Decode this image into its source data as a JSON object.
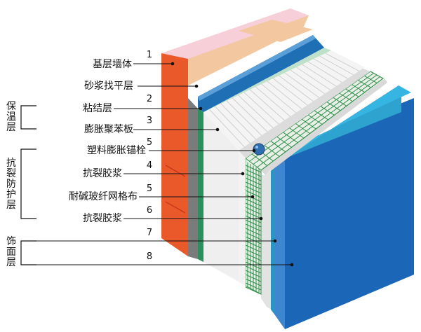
{
  "colors": {
    "wall": "#e9592a",
    "wall_top": "#f6cfd9",
    "mortar": "#f3c8a0",
    "mortar_gray": "#7b7b7b",
    "adhesive": "#2c8f5c",
    "eps": "#f2f2f2",
    "eps_side": "#ffffff",
    "mesh": "#2f8f4a",
    "finish_7": "#2fa3cf",
    "finish_8": "#1b66b6",
    "leader": "#111111",
    "anchor": "#2f6fb0"
  },
  "groups": {
    "insulation": "保温层",
    "crack": "抗裂防护层",
    "finish": "饰面层"
  },
  "layers": [
    {
      "num": "1",
      "label": "基层墙体"
    },
    {
      "num": "",
      "label": "砂浆找平层"
    },
    {
      "num": "2",
      "label": "粘结层"
    },
    {
      "num": "3",
      "label": "膨胀聚苯板"
    },
    {
      "num": "5",
      "label": "塑料膨胀锚栓"
    },
    {
      "num": "4",
      "label": "抗裂胶浆"
    },
    {
      "num": "5",
      "label": "耐碱玻纤网格布"
    },
    {
      "num": "6",
      "label": "抗裂胶浆"
    },
    {
      "num": "7",
      "label": ""
    },
    {
      "num": "8",
      "label": ""
    }
  ]
}
